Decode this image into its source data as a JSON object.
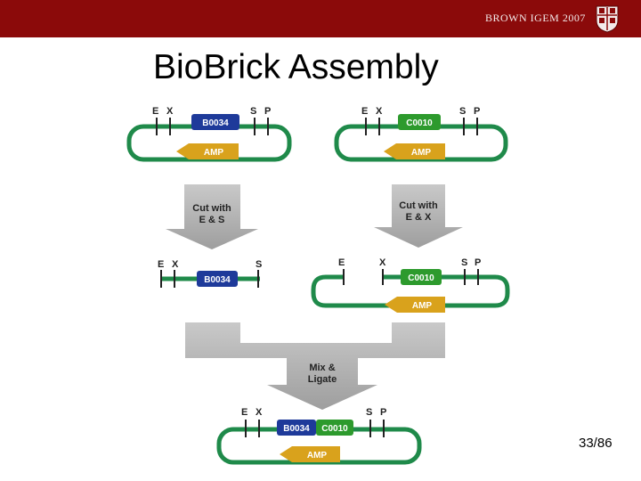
{
  "header": {
    "brand": "BROWN IGEM 2007",
    "accent_color": "#8b0a0a",
    "crest_icon": "university-crest-icon"
  },
  "slide": {
    "title": "BioBrick Assembly",
    "page_number": "33/86"
  },
  "diagram": {
    "colors": {
      "backbone": "#1f8a4a",
      "b0034": "#1e3a9a",
      "c0010": "#2d9a2d",
      "amp": "#d9a21c",
      "arrow": "#b9b9b9"
    },
    "plasmid_left": {
      "site_e": "E",
      "site_x": "X",
      "site_s": "S",
      "site_p": "P",
      "part": "B0034",
      "marker": "AMP"
    },
    "plasmid_right": {
      "site_e": "E",
      "site_x": "X",
      "site_s": "S",
      "site_p": "P",
      "part": "C0010",
      "marker": "AMP"
    },
    "cut_left": {
      "line1": "Cut with",
      "line2": "E & S"
    },
    "cut_right": {
      "line1": "Cut with",
      "line2": "E & X"
    },
    "fragment": {
      "site_e": "E",
      "site_x": "X",
      "site_s": "S",
      "part": "B0034"
    },
    "vector": {
      "site_e": "E",
      "site_x": "X",
      "site_s": "S",
      "site_p": "P",
      "part": "C0010",
      "marker": "AMP"
    },
    "ligate": {
      "line1": "Mix &",
      "line2": "Ligate"
    },
    "product": {
      "site_e": "E",
      "site_x": "X",
      "site_s": "S",
      "site_p": "P",
      "part1": "B0034",
      "part2": "C0010",
      "marker": "AMP"
    }
  }
}
